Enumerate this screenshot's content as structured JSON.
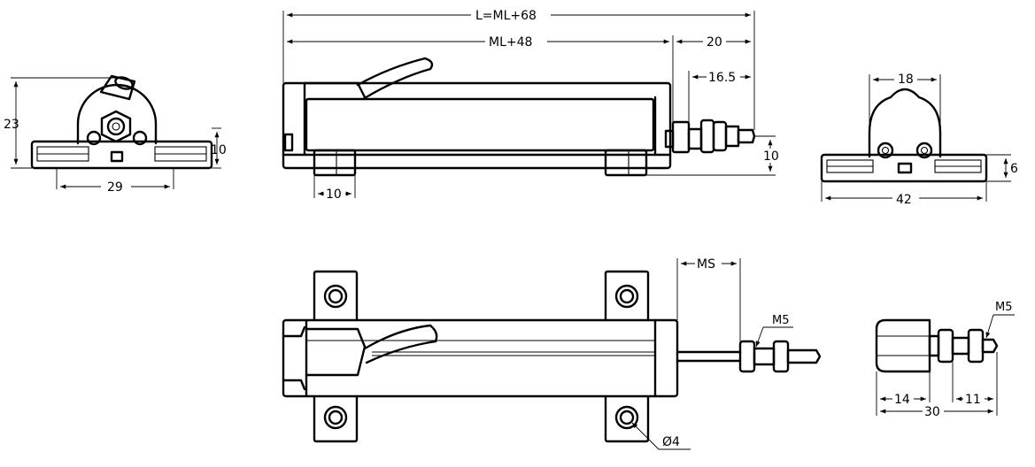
{
  "dimensions": {
    "left_height": "23",
    "left_side_height": "10",
    "left_width": "29",
    "total_length": "L=ML+68",
    "measure_length": "ML+48",
    "rod_extension": "20",
    "rod_tip": "16.5",
    "rod_height": "10",
    "foot_width": "10",
    "right_top_width": "18",
    "right_height": "6",
    "right_width": "42",
    "stroke": "MS",
    "thread_rod": "M5",
    "thread_detail": "M5",
    "hole_diameter": "Ø4",
    "detail_body": "14",
    "detail_total": "30",
    "detail_thread": "11"
  }
}
